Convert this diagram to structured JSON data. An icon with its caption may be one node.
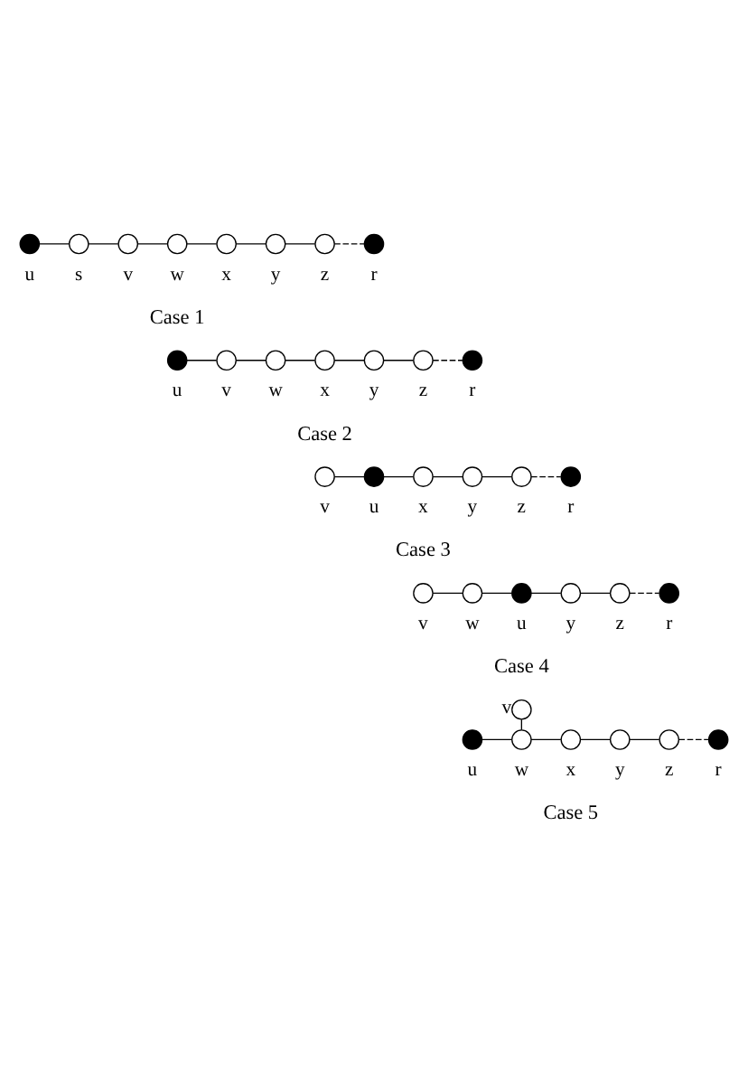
{
  "diagram": {
    "nodes": [
      {
        "text": [],
        "shape": "circle",
        "beside": [
          "u"
        ]
      },
      {
        "text": [],
        "shape": "circle",
        "beside": [
          "s"
        ]
      },
      {
        "text": [],
        "shape": "circle",
        "beside": [
          "v"
        ]
      },
      {
        "text": [],
        "shape": "circle",
        "beside": [
          "w"
        ]
      },
      {
        "text": [],
        "shape": "circle",
        "beside": [
          "x"
        ]
      },
      {
        "text": [],
        "shape": "circle",
        "beside": [
          "y"
        ]
      },
      {
        "text": [],
        "shape": "circle",
        "beside": [
          "z"
        ]
      },
      {
        "text": [],
        "shape": "circle",
        "beside": [
          "r"
        ]
      },
      {
        "text": [],
        "shape": "circle",
        "beside": [
          "u"
        ]
      },
      {
        "text": [],
        "shape": "circle",
        "beside": [
          "v"
        ]
      },
      {
        "text": [],
        "shape": "circle",
        "beside": [
          "w"
        ]
      },
      {
        "text": [],
        "shape": "circle",
        "beside": [
          "x"
        ]
      },
      {
        "text": [],
        "shape": "circle",
        "beside": [
          "y"
        ]
      },
      {
        "text": [],
        "shape": "circle",
        "beside": [
          "z"
        ]
      },
      {
        "text": [],
        "shape": "circle",
        "beside": [
          "r"
        ]
      },
      {
        "text": [],
        "shape": "circle",
        "beside": [
          "v"
        ]
      },
      {
        "text": [],
        "shape": "circle",
        "beside": [
          "u"
        ]
      },
      {
        "text": [],
        "shape": "circle",
        "beside": [
          "x"
        ]
      },
      {
        "text": [],
        "shape": "circle",
        "beside": [
          "y"
        ]
      },
      {
        "text": [],
        "shape": "circle",
        "beside": [
          "z"
        ]
      },
      {
        "text": [],
        "shape": "circle",
        "beside": [
          "r"
        ]
      },
      {
        "text": [],
        "shape": "circle",
        "beside": [
          "v"
        ]
      },
      {
        "text": [],
        "shape": "circle",
        "beside": [
          "w"
        ]
      },
      {
        "text": [],
        "shape": "circle",
        "beside": [
          "u"
        ]
      },
      {
        "text": [],
        "shape": "circle",
        "beside": [
          "y"
        ]
      },
      {
        "text": [],
        "shape": "circle",
        "beside": [
          "z"
        ]
      },
      {
        "text": [],
        "shape": "circle",
        "beside": [
          "r"
        ]
      },
      {
        "text": [],
        "shape": "circle",
        "beside": [
          "v"
        ]
      },
      {
        "text": [],
        "shape": "circle",
        "beside": [
          "u"
        ]
      },
      {
        "text": [],
        "shape": "circle",
        "beside": [
          "w"
        ]
      },
      {
        "text": [],
        "shape": "circle",
        "beside": [
          "x"
        ]
      },
      {
        "text": [],
        "shape": "circle",
        "beside": [
          "y"
        ]
      },
      {
        "text": [],
        "shape": "circle",
        "beside": [
          "z"
        ]
      },
      {
        "text": [],
        "shape": "circle",
        "beside": [
          "r"
        ]
      }
    ],
    "edges": [
      {
        "from": 0,
        "to": 1,
        "arrow": "none"
      },
      {
        "from": 1,
        "to": 2,
        "arrow": "none"
      },
      {
        "from": 2,
        "to": 3,
        "arrow": "none"
      },
      {
        "from": 3,
        "to": 4,
        "arrow": "none"
      },
      {
        "from": 4,
        "to": 5,
        "arrow": "none"
      },
      {
        "from": 5,
        "to": 6,
        "arrow": "none"
      },
      {
        "from": 6,
        "to": 7,
        "arrow": "none",
        "style": "dashed"
      },
      {
        "from": 8,
        "to": 9,
        "arrow": "none"
      },
      {
        "from": 9,
        "to": 10,
        "arrow": "none"
      },
      {
        "from": 10,
        "to": 11,
        "arrow": "none"
      },
      {
        "from": 11,
        "to": 12,
        "arrow": "none"
      },
      {
        "from": 12,
        "to": 13,
        "arrow": "none"
      },
      {
        "from": 13,
        "to": 14,
        "arrow": "none",
        "style": "dashed"
      },
      {
        "from": 15,
        "to": 16,
        "arrow": "none"
      },
      {
        "from": 16,
        "to": 17,
        "arrow": "none"
      },
      {
        "from": 17,
        "to": 18,
        "arrow": "none"
      },
      {
        "from": 18,
        "to": 19,
        "arrow": "none"
      },
      {
        "from": 19,
        "to": 20,
        "arrow": "none",
        "style": "dashed"
      },
      {
        "from": 21,
        "to": 22,
        "arrow": "none"
      },
      {
        "from": 22,
        "to": 23,
        "arrow": "none"
      },
      {
        "from": 23,
        "to": 24,
        "arrow": "none"
      },
      {
        "from": 24,
        "to": 25,
        "arrow": "none"
      },
      {
        "from": 25,
        "to": 26,
        "arrow": "none",
        "style": "dashed"
      },
      {
        "from": 27,
        "to": 29,
        "arrow": "none"
      },
      {
        "from": 28,
        "to": 29,
        "arrow": "none"
      },
      {
        "from": 29,
        "to": 30,
        "arrow": "none"
      },
      {
        "from": 30,
        "to": 31,
        "arrow": "none"
      },
      {
        "from": 31,
        "to": 32,
        "arrow": "none"
      },
      {
        "from": 32,
        "to": 33,
        "arrow": "none",
        "style": "dashed"
      }
    ],
    "labels": [
      "Case 1",
      "Case 2",
      "Case 3",
      "Case 4",
      "Case 5"
    ]
  }
}
